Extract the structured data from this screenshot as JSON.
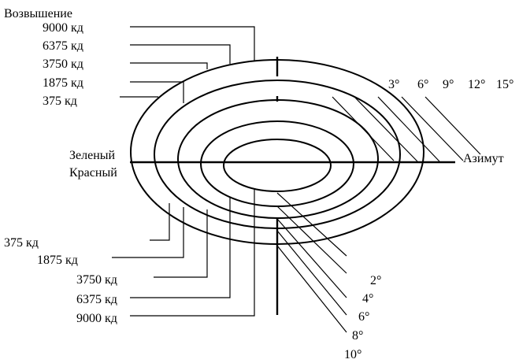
{
  "title": "Возвышение",
  "axis_labels": {
    "green": "Зеленый",
    "red": "Красный",
    "azimuth": "Азимут"
  },
  "top_intensity_labels": [
    "9000 кд",
    "6375 кд",
    "3750 кд",
    "1875 кд",
    "375 кд"
  ],
  "bottom_intensity_labels": [
    "375 кд",
    "1875 кд",
    "3750 кд",
    "6375 кд",
    "9000 кд"
  ],
  "azimuth_angles": [
    "3°",
    "6°",
    "9°",
    "12°",
    "15°"
  ],
  "elevation_angles": [
    "2°",
    "4°",
    "6°",
    "8°",
    "10°"
  ]
}
